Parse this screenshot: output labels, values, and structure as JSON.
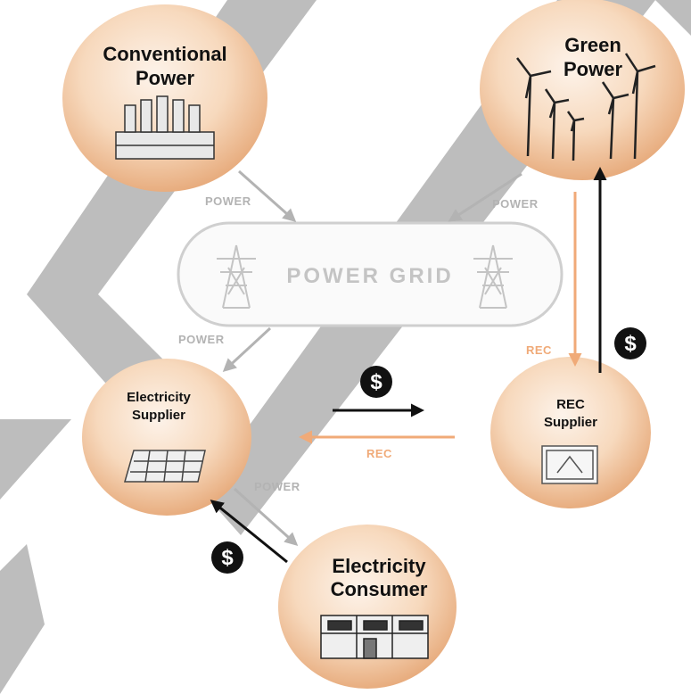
{
  "nodes": {
    "conventional_power": {
      "line1": "Conventional",
      "line2": "Power"
    },
    "green_power": {
      "line1": "Green",
      "line2": "Power"
    },
    "power_grid": {
      "label": "POWER GRID"
    },
    "electricity_supplier": {
      "line1": "Electricity",
      "line2": "Supplier"
    },
    "rec_supplier": {
      "line1": "REC",
      "line2": "Supplier"
    },
    "electricity_consumer": {
      "line1": "Electricity",
      "line2": "Consumer"
    }
  },
  "flows": {
    "conventional_to_grid": "POWER",
    "green_to_grid": "POWER",
    "grid_to_supplier": "POWER",
    "green_to_rec_supplier": "REC",
    "rec_supplier_to_supplier": "REC",
    "supplier_to_consumer": "POWER"
  },
  "payments": {
    "supplier_to_rec_supplier": "$",
    "rec_supplier_to_green": "$",
    "consumer_to_supplier": "$"
  },
  "colors": {
    "bubble_light": "#fbe6d2",
    "bubble_dark": "#e6a878",
    "power_arrow": "#b3b3b3",
    "rec_arrow": "#f0aa78",
    "money_arrow": "#111111",
    "watermark": "#bdbdbd"
  }
}
